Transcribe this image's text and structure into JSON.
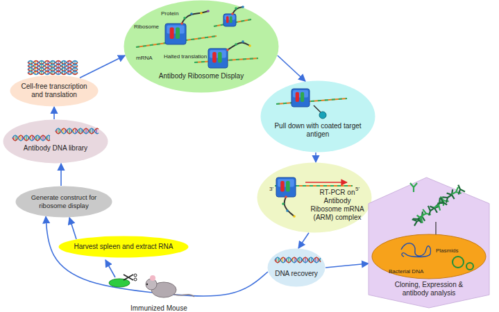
{
  "diagram": {
    "nodes": [
      {
        "text": [
          "Antibody Ribosome Display"
        ]
      },
      {
        "text": [
          "Cell-free transcription and translation"
        ]
      },
      {
        "text": [
          "Pull down with coated target antigen"
        ]
      },
      {
        "text": [
          "Antibody DNA library"
        ]
      },
      {
        "text": [
          "RT-PCR on Antibody Ribosome mRNA (ARM) complex"
        ]
      },
      {
        "text": [
          "Generate construct for ribosome display"
        ]
      },
      {
        "text": [
          "Harvest spleen and extract RNA"
        ]
      },
      {
        "text": [
          "DNA recovery"
        ]
      },
      {
        "text": [
          "Cloning, Expression & antibody analysis"
        ]
      }
    ],
    "edges": [
      {
        "from": 6,
        "to": 5,
        "arrow": "to"
      },
      {
        "from": 5,
        "to": 3,
        "arrow": "to"
      },
      {
        "from": 3,
        "to": 1,
        "arrow": "to"
      },
      {
        "from": 1,
        "to": 0,
        "arrow": "to"
      },
      {
        "from": 0,
        "to": 2,
        "arrow": "to"
      },
      {
        "from": 2,
        "to": 4,
        "arrow": "to"
      },
      {
        "from": 4,
        "to": 7,
        "arrow": "to"
      },
      {
        "from": 7,
        "to": 8,
        "arrow": "to"
      },
      {
        "from": 7,
        "to": 5,
        "arrow": "to"
      }
    ],
    "labels": [
      "Ribosome",
      "Protein",
      "mRNA",
      "Halted translation",
      "3'",
      "5'",
      "Bacterial DNA",
      "Plasmids",
      "Immunized Mouse"
    ]
  }
}
